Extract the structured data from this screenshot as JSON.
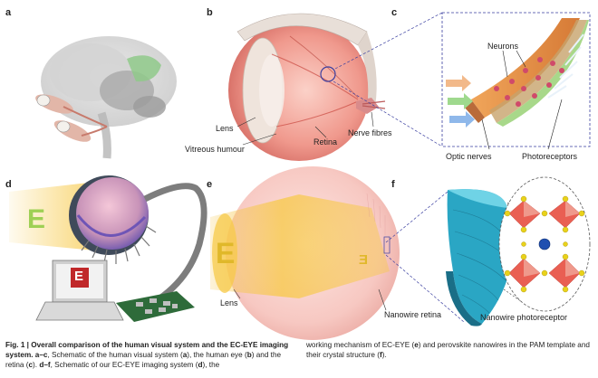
{
  "panels": {
    "a": "a",
    "b": "b",
    "c": "c",
    "d": "d",
    "e": "e",
    "f": "f"
  },
  "labels": {
    "lens_b": "Lens",
    "vitreous": "Vitreous humour",
    "nerve_fibres": "Nerve fibres",
    "retina": "Retina",
    "neurons": "Neurons",
    "optic_nerves": "Optic nerves",
    "photoreceptors": "Photoreceptors",
    "lens_e": "Lens",
    "nanowire_retina": "Nanowire retina",
    "nanowire_photoreceptor": "Nanowire photoreceptor",
    "letter_e": "E"
  },
  "caption": {
    "left_bold": "Fig. 1 | Overall comparison of the human visual system and the EC-EYE imaging system.",
    "left_a": " a–c",
    "left_rest1": ", Schematic of the human visual system (",
    "left_ra": "a",
    "left_rest2": "), the human eye (",
    "left_rb": "b",
    "left_rest3": ") and the retina (",
    "left_rc": "c",
    "left_rest4": "). ",
    "left_df": "d–f",
    "left_rest5": ", Schematic of our EC-EYE imaging system (",
    "left_rd": "d",
    "left_rest6": "), the",
    "right_1": "working mechanism of EC-EYE (",
    "right_re": "e",
    "right_2": ") and perovskite nanowires in the PAM template and their crystal structure (",
    "right_rf": "f",
    "right_3": ")."
  },
  "colors": {
    "light_yellow": "#f7c948",
    "eye_pink": "#f2a7a0",
    "brain_grey": "#b9b9b9",
    "brain_green": "#8fc98a",
    "nanowire_cyan": "#2aa6c4",
    "octahedron_red": "#e8574a",
    "atom_yellow": "#e9d21a",
    "atom_blue": "#1f4fb0"
  }
}
